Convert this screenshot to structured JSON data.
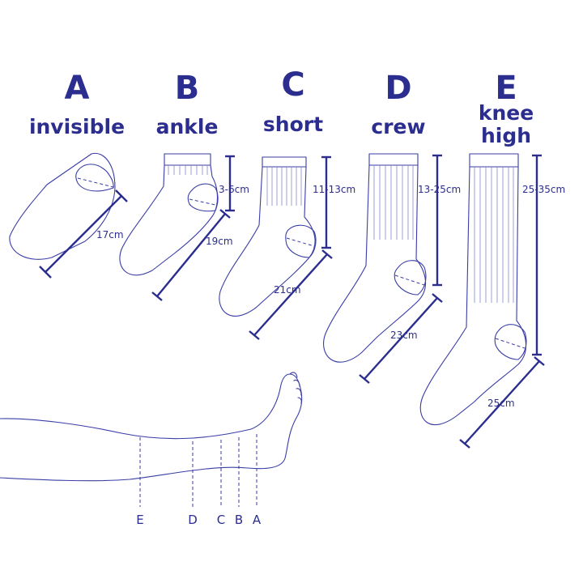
{
  "colors": {
    "ink": "#2b2d8f",
    "line": "#3a3da6",
    "background": "#ffffff"
  },
  "socks": [
    {
      "letter": "A",
      "name": "invisible",
      "foot_length": "17cm",
      "leg_height": ""
    },
    {
      "letter": "B",
      "name": "ankle",
      "foot_length": "19cm",
      "leg_height": "3-6cm"
    },
    {
      "letter": "C",
      "name": "short",
      "foot_length": "21cm",
      "leg_height": "11-13cm"
    },
    {
      "letter": "D",
      "name": "crew",
      "foot_length": "23cm",
      "leg_height": "13-25cm"
    },
    {
      "letter": "E",
      "name_lines": [
        "knee",
        "high"
      ],
      "foot_length": "25cm",
      "leg_height": "25-35cm"
    }
  ],
  "leg_markers": [
    "E",
    "D",
    "C",
    "B",
    "A"
  ]
}
